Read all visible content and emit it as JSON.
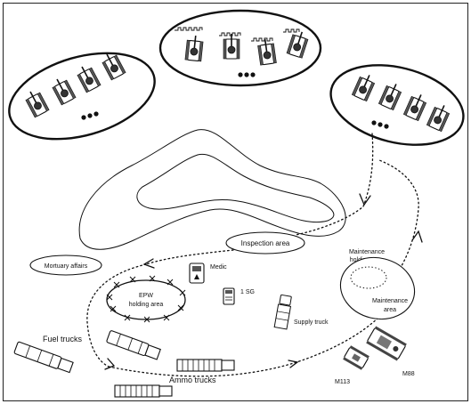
{
  "labels": {
    "inspection_area": "Inspection area",
    "maintenance_holding_1": "Maintenance",
    "maintenance_holding_2": "holding area",
    "mortuary_affairs": "Mortuary affairs",
    "medic": "Medic",
    "epw_1": "EPW",
    "epw_2": "holding area",
    "one_sg": "1 SG",
    "supply_truck": "Supply truck",
    "maintenance_area_1": "Maintenance",
    "maintenance_area_2": "area",
    "fuel_trucks": "Fuel trucks",
    "ammo_trucks": "Ammo trucks",
    "m113": "M113",
    "m88": "M88"
  },
  "icons": {
    "tank": "tank-icon",
    "truck": "truck-icon",
    "continuation": "ellipsis-dots"
  }
}
